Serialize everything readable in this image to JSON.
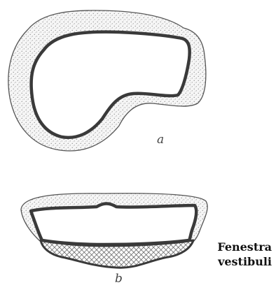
{
  "labels": {
    "panel_a": "a",
    "panel_b": "b"
  },
  "annotation": {
    "line1": "Fenestra",
    "line2": "vestibuli"
  },
  "colors": {
    "outline": "#3a3a3a",
    "stipple_fill": "#f4f4f4",
    "stipple_dot": "#7a7a7a",
    "crosshatch": "#555555"
  }
}
